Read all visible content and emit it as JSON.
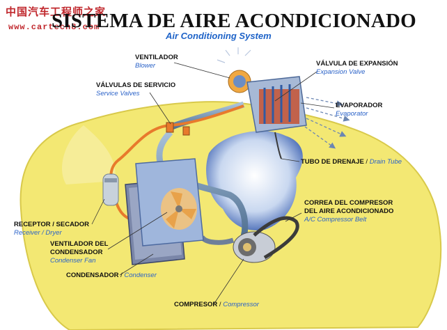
{
  "watermark": {
    "chinese": "中国汽车工程师之家",
    "url": "www.cartech8.com"
  },
  "title": "SISTEMA DE AIRE ACONDICIONADO",
  "subtitle": "Air Conditioning System",
  "colors": {
    "car_body": "#f3e873",
    "high_pressure_line": "#e87a2c",
    "low_pressure_line": "#6d93b8",
    "english_label": "#2a62c8",
    "airflow_arrows": "#6b86b3"
  },
  "labels": {
    "blower": {
      "es": "VENTILADOR",
      "en": "Blower"
    },
    "service": {
      "es": "VÁLVULAS DE SERVICIO",
      "en": "Service Valves"
    },
    "expansion": {
      "es": "VÁLVULA DE EXPANSIÓN",
      "en": "Expansion Valve"
    },
    "evaporator": {
      "es": "EVAPORADOR",
      "en": "Evaporator"
    },
    "drain": {
      "es": "TUBO DE DRENAJE",
      "sep": " / ",
      "en": "Drain Tube"
    },
    "belt": {
      "es1": "CORREA DEL COMPRESOR",
      "es2": "DEL AIRE ACONDICIONADO",
      "en": "A/C Compressor Belt"
    },
    "receiver": {
      "es": "RECEPTOR / SECADOR",
      "en": "Receiver / Dryer"
    },
    "condfan": {
      "es1": "VENTILADOR DEL",
      "es2": "CONDENSADOR",
      "en": "Condenser Fan"
    },
    "condenser": {
      "es": "CONDENSADOR",
      "sep": " / ",
      "en": "Condenser"
    },
    "compressor": {
      "es": "COMPRESOR",
      "sep": " / ",
      "en": "Compressor"
    }
  }
}
